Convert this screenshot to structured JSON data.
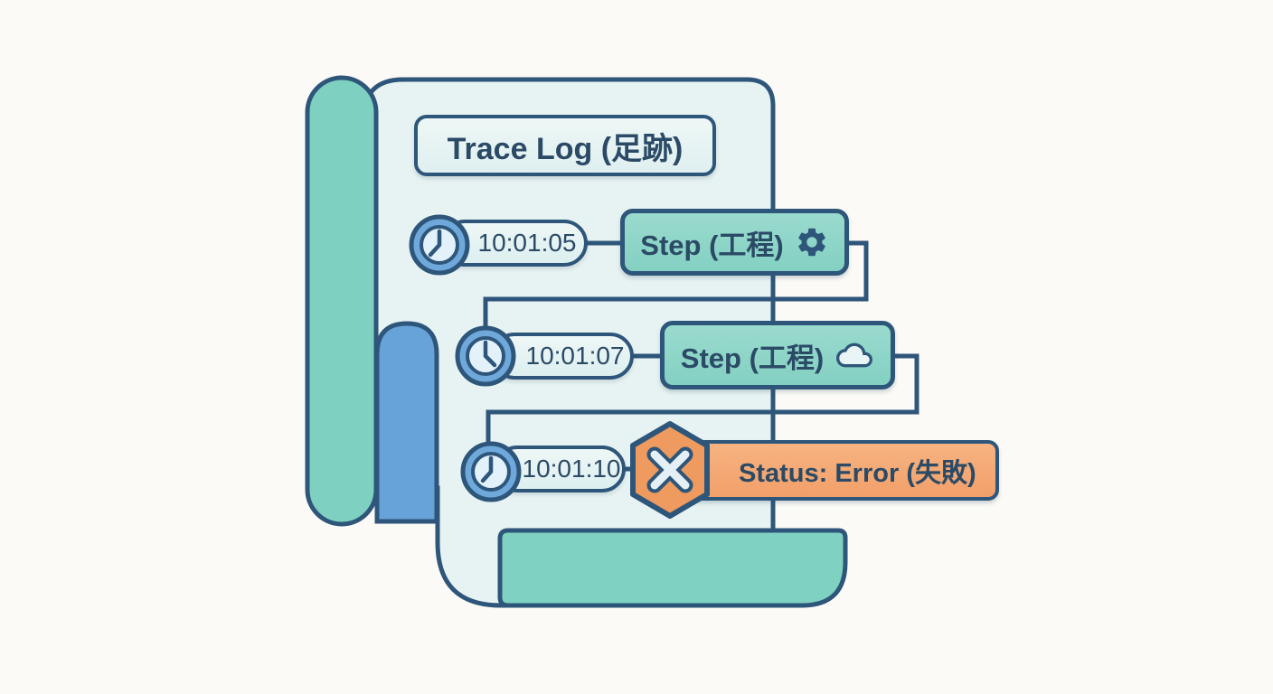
{
  "title": "Trace Log (足跡)",
  "rows": [
    {
      "time": "10:01:05",
      "label": "Step (工程)",
      "icon": "gear-icon"
    },
    {
      "time": "10:01:07",
      "label": "Step (工程)",
      "icon": "cloud-icon"
    },
    {
      "time": "10:01:10",
      "label": "Status: Error (失敗)",
      "icon": "error-x-icon"
    }
  ],
  "colors": {
    "background": "#fbfaf6",
    "paper": "#e7f3f2",
    "scroll_teal": "#7ed0c0",
    "step_teal": "#8bd3c5",
    "roll_blue": "#67a2d8",
    "clock_blue": "#6fa9dc",
    "error_orange": "#f4a571",
    "hexagon_orange": "#ef9a5e",
    "outline_navy": "#2e567a",
    "text_navy": "#2b4a66"
  }
}
